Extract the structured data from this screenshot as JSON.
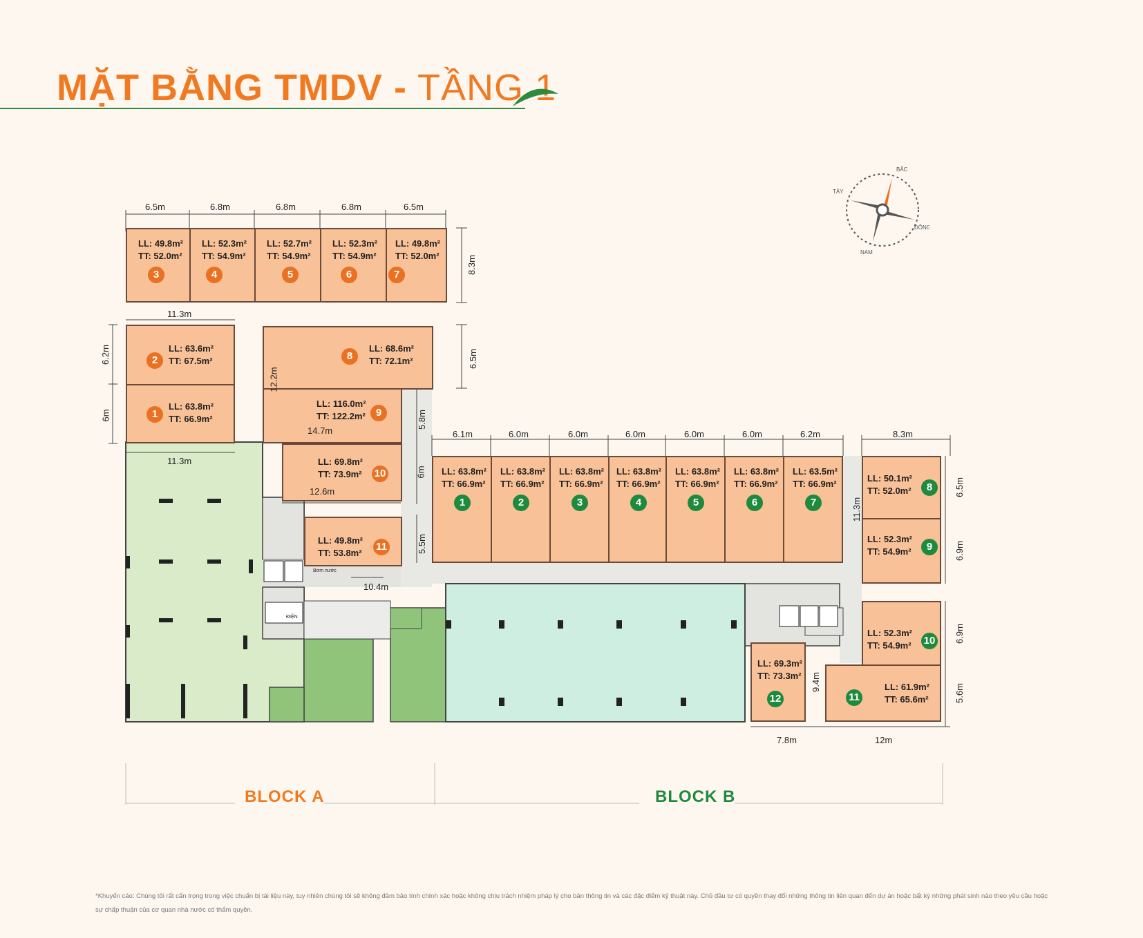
{
  "title": {
    "bold": "MẶT BẰNG TMDV",
    "sep": "-",
    "light": "TẦNG 1"
  },
  "compass": {
    "north": "BẮC",
    "south": "NAM",
    "east": "ĐÔNG",
    "west": "TÂY"
  },
  "colors": {
    "accent": "#f07a22",
    "green": "#1e8a3d",
    "unit_fill": "#f8c197",
    "parking": "#d9ebc8",
    "hall": "#cdeee0"
  },
  "block_a": {
    "label": "BLOCK A",
    "units": [
      {
        "id": "3",
        "ll": "LL: 49.8m²",
        "tt": "TT: 52.0m²"
      },
      {
        "id": "4",
        "ll": "LL: 52.3m²",
        "tt": "TT: 54.9m²"
      },
      {
        "id": "5",
        "ll": "LL: 52.7m²",
        "tt": "TT: 54.9m²"
      },
      {
        "id": "6",
        "ll": "LL: 52.3m²",
        "tt": "TT: 54.9m²"
      },
      {
        "id": "7",
        "ll": "LL: 49.8m²",
        "tt": "TT: 52.0m²"
      },
      {
        "id": "2",
        "ll": "LL: 63.6m²",
        "tt": "TT: 67.5m²"
      },
      {
        "id": "1",
        "ll": "LL: 63.8m²",
        "tt": "TT: 66.9m²"
      },
      {
        "id": "8",
        "ll": "LL: 68.6m²",
        "tt": "TT: 72.1m²"
      },
      {
        "id": "9",
        "ll": "LL: 116.0m²",
        "tt": "TT: 122.2m²"
      },
      {
        "id": "10",
        "ll": "LL: 69.8m²",
        "tt": "TT: 73.9m²"
      },
      {
        "id": "11",
        "ll": "LL: 49.8m²",
        "tt": "TT: 53.8m²"
      }
    ],
    "dims": [
      "6.5m",
      "6.8m",
      "6.8m",
      "6.8m",
      "6.5m",
      "8.3m",
      "11.3m",
      "6.2m",
      "6m",
      "11.3m",
      "12.2m",
      "14.7m",
      "6.5m",
      "5.8m",
      "6m",
      "12.6m",
      "5.5m",
      "10.4m"
    ]
  },
  "block_b": {
    "label": "BLOCK B",
    "units": [
      {
        "id": "1",
        "ll": "LL: 63.8m²",
        "tt": "TT: 66.9m²"
      },
      {
        "id": "2",
        "ll": "LL: 63.8m²",
        "tt": "TT: 66.9m²"
      },
      {
        "id": "3",
        "ll": "LL: 63.8m²",
        "tt": "TT: 66.9m²"
      },
      {
        "id": "4",
        "ll": "LL: 63.8m²",
        "tt": "TT: 66.9m²"
      },
      {
        "id": "5",
        "ll": "LL: 63.8m²",
        "tt": "TT: 66.9m²"
      },
      {
        "id": "6",
        "ll": "LL: 63.8m²",
        "tt": "TT: 66.9m²"
      },
      {
        "id": "7",
        "ll": "LL: 63.5m²",
        "tt": "TT: 66.9m²"
      },
      {
        "id": "8",
        "ll": "LL: 50.1m²",
        "tt": "TT: 52.0m²"
      },
      {
        "id": "9",
        "ll": "LL: 52.3m²",
        "tt": "TT: 54.9m²"
      },
      {
        "id": "10",
        "ll": "LL: 52.3m²",
        "tt": "TT: 54.9m²"
      },
      {
        "id": "12",
        "ll": "LL: 69.3m²",
        "tt": "TT: 73.3m²"
      },
      {
        "id": "11",
        "ll": "LL: 61.9m²",
        "tt": "TT: 65.6m²"
      }
    ],
    "dims": [
      "6.1m",
      "6.0m",
      "6.0m",
      "6.0m",
      "6.0m",
      "6.0m",
      "6.2m",
      "8.3m",
      "6.5m",
      "6.9m",
      "11.3m",
      "6.9m",
      "5.6m",
      "9.4m",
      "7.8m",
      "12m"
    ]
  },
  "misc": {
    "elec": "ĐIỆN",
    "water": "Bơm nước"
  },
  "disclaimer": "*Khuyến cáo: Chúng tôi rất cẩn trọng trong việc chuẩn bị tài liệu này, tuy nhiên chúng tôi sẽ không đảm bảo tính chính xác hoặc không chịu trách nhiệm pháp lý cho bản thông tin và các đặc điểm kỹ thuật này. Chủ đầu tư có quyền thay đổi những thông tin liên quan đến dự án hoặc bất kỳ những phát sinh nào theo yêu cầu hoặc sự chấp thuận của cơ quan nhà nước có thẩm quyền."
}
